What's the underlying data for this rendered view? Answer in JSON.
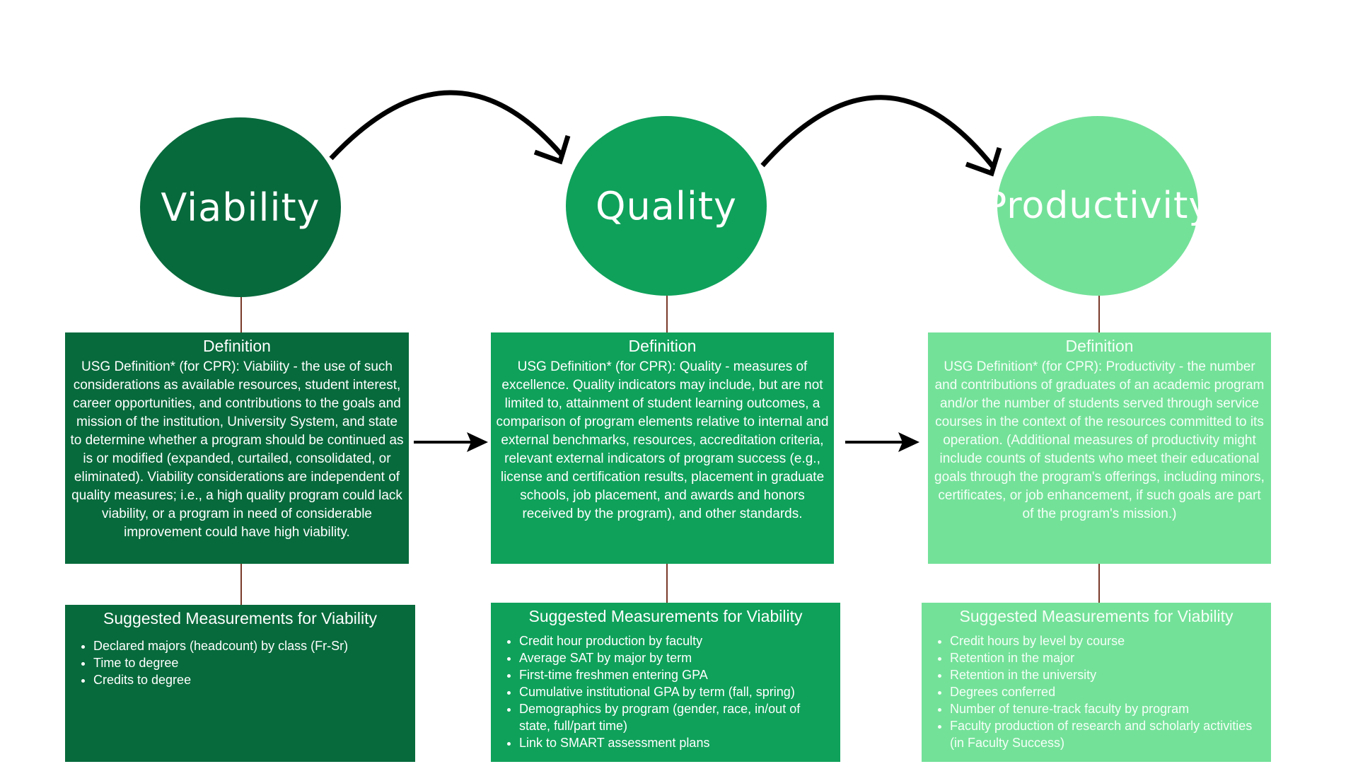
{
  "colors": {
    "viability": "#076a3c",
    "quality": "#0fa15a",
    "productivity": "#74e199",
    "connector": "#7a3a2a",
    "arrow": "#000000"
  },
  "stages": [
    {
      "name": "Viability",
      "definition_title": "Definition",
      "definition_text": "USG Definition* (for CPR): Viability - the use of such considerations as available resources, student interest, career opportunities, and contributions to the goals and mission of the institution, University System, and state to determine whether a program should be continued as is or modified (expanded, curtailed, consolidated, or eliminated). Viability considerations are independent of quality measures; i.e., a high quality program could lack viability, or a program in need of considerable improvement could have high viability.",
      "measurements_title": "Suggested Measurements for Viability",
      "measurements": [
        "Declared majors (headcount) by class (Fr-Sr)",
        "Time to degree",
        "Credits to degree"
      ]
    },
    {
      "name": "Quality",
      "definition_title": "Definition",
      "definition_text": "USG Definition* (for CPR): Quality - measures of excellence. Quality indicators may include, but are not limited to, attainment of student learning outcomes, a comparison of program elements relative to internal and external benchmarks, resources, accreditation criteria, relevant external indicators of program success (e.g., license and certification results, placement in graduate schools, job placement, and awards and honors received by the program), and other standards.",
      "measurements_title": "Suggested Measurements for Viability",
      "measurements": [
        "Credit hour production by faculty",
        "Average SAT by major by term",
        "First-time freshmen entering GPA",
        "Cumulative institutional GPA by term (fall, spring)",
        "Demographics by program (gender, race, in/out of state, full/part time)",
        "Link to SMART assessment plans"
      ]
    },
    {
      "name": "Productivity",
      "definition_title": "Definition",
      "definition_text": "USG Definition* (for CPR): Productivity - the number and contributions of graduates of an academic program and/or the number of students served through service courses in the context of the resources committed to its operation. (Additional measures of productivity might include counts of students who meet their educational goals through the program's offerings, including minors, certificates, or job enhancement, if such goals are part of the program's mission.)",
      "measurements_title": "Suggested Measurements for Viability",
      "measurements": [
        "Credit hours by level by course",
        "Retention in the major",
        "Retention in the university",
        "Degrees conferred",
        "Number of tenure-track faculty by program",
        "Faculty production of research and scholarly activities (in Faculty Success)"
      ]
    }
  ]
}
